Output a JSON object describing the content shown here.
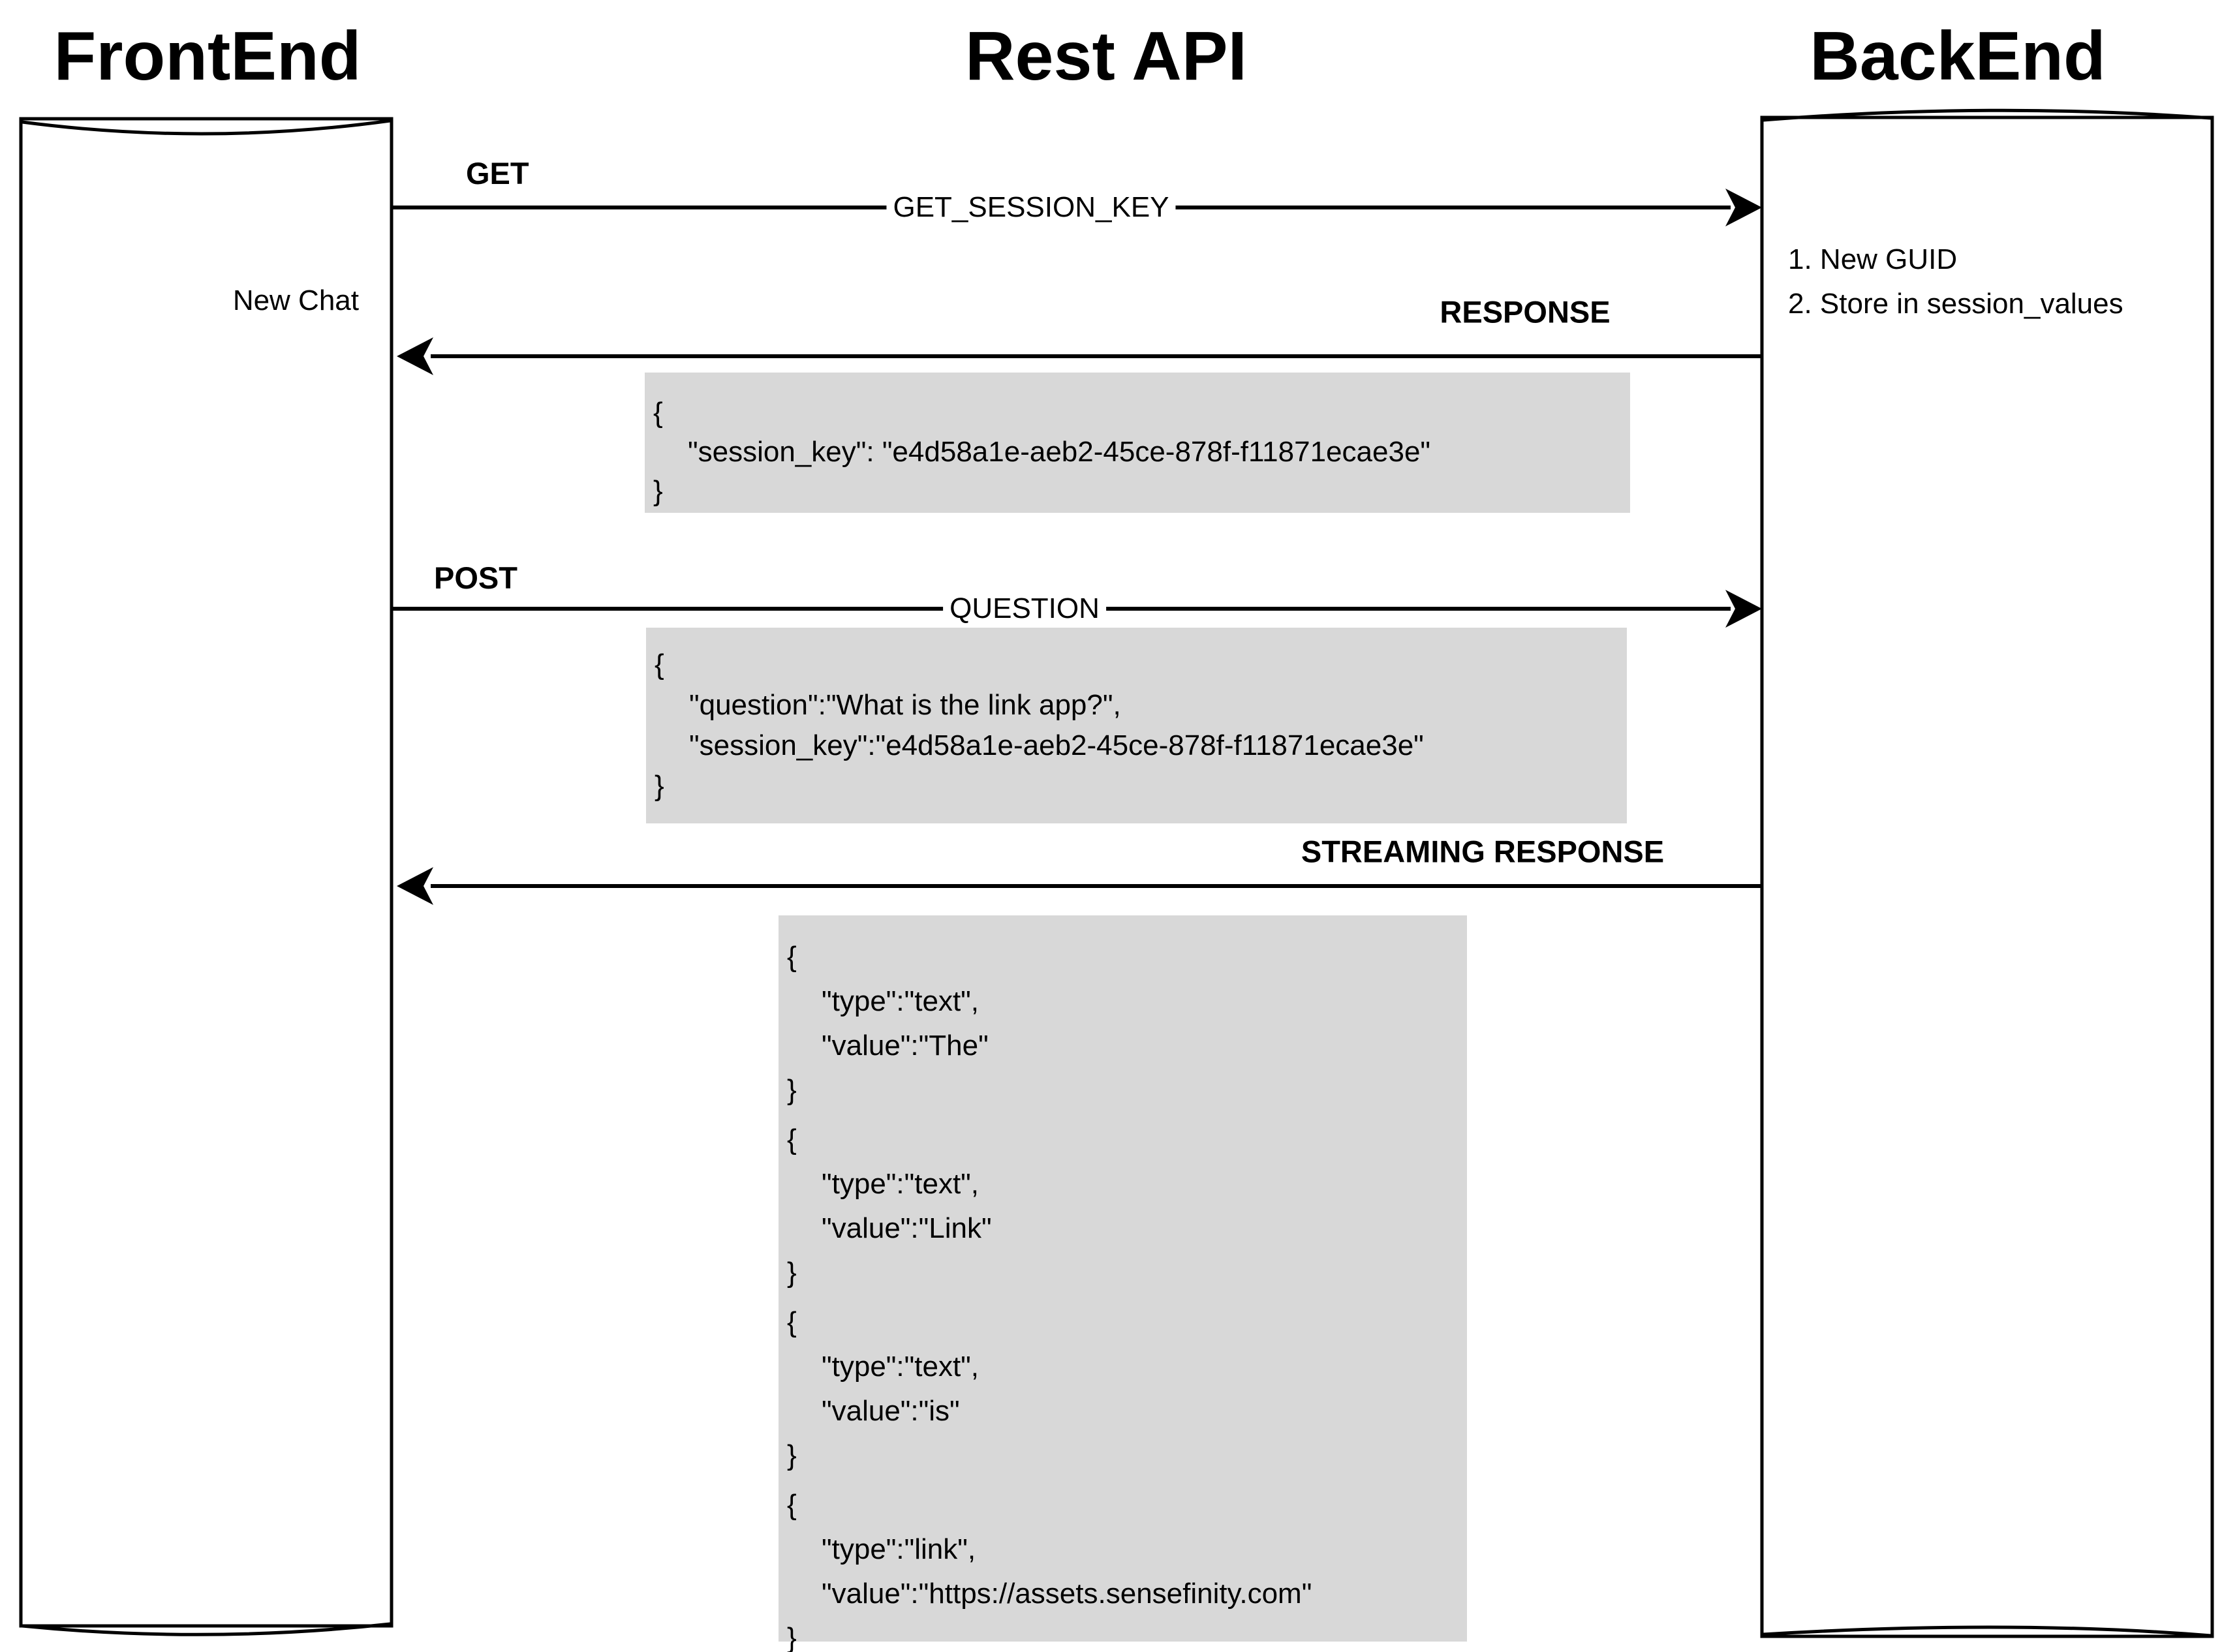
{
  "titles": {
    "frontend": "FrontEnd",
    "rest_api": "Rest API",
    "backend": "BackEnd"
  },
  "frontend": {
    "note": "New Chat"
  },
  "backend": {
    "steps": [
      "1. New GUID",
      "2. Store in session_values"
    ]
  },
  "messages": {
    "get": {
      "method": "GET",
      "label": "GET_SESSION_KEY"
    },
    "response": {
      "label": "RESPONSE"
    },
    "post": {
      "method": "POST",
      "label": "QUESTION"
    },
    "streaming": {
      "label": "STREAMING RESPONSE"
    }
  },
  "payloads": {
    "session_response": {
      "lines": [
        "{",
        "\"session_key\": \"e4d58a1e-aeb2-45ce-878f-f11871ecae3e\"",
        "}"
      ]
    },
    "question_request": {
      "lines": [
        "{",
        "\"question\":\"What is the link app?\",",
        "\"session_key\":\"e4d58a1e-aeb2-45ce-878f-f11871ecae3e\"",
        "}"
      ]
    },
    "streaming_chunks": [
      {
        "lines": [
          "{",
          "\"type\":\"text\",",
          "\"value\":\"The\"",
          "}"
        ]
      },
      {
        "lines": [
          "{",
          "\"type\":\"text\",",
          "\"value\":\"Link\"",
          "}"
        ]
      },
      {
        "lines": [
          "{",
          "\"type\":\"text\",",
          "\"value\":\"is\"",
          "}"
        ]
      },
      {
        "lines": [
          "{",
          "\"type\":\"link\",",
          "\"value\":\"https://assets.sensefinity.com\"",
          "}"
        ]
      }
    ]
  },
  "colors": {
    "payload_bg": "#d8d8d8",
    "stroke": "#000000",
    "background": "#ffffff"
  }
}
